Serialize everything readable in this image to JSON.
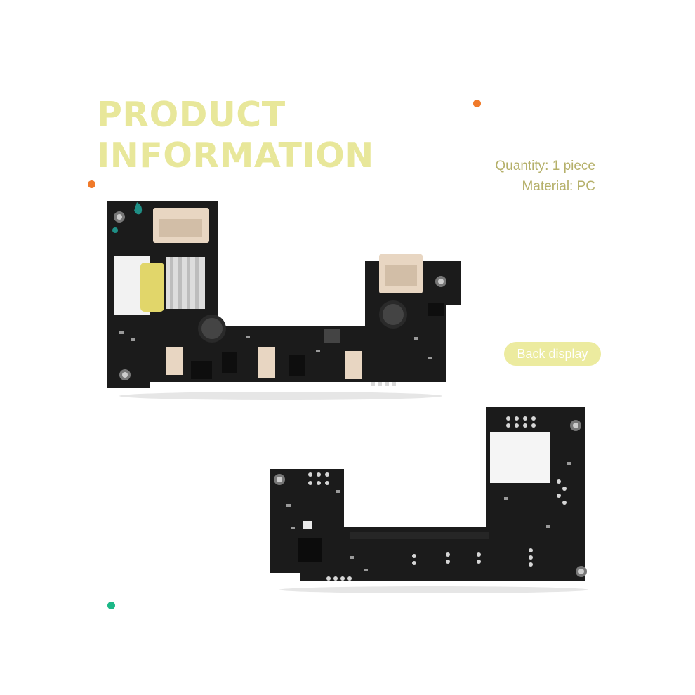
{
  "headline": {
    "line1": "PRODUCT",
    "line2": "INFORMATION"
  },
  "specs": {
    "quantity": "Quantity: 1 piece",
    "material": "Material: PC"
  },
  "badge": {
    "label": "Back display"
  },
  "colors": {
    "headline": "#e8e79a",
    "specs_text": "#b5b06a",
    "badge_bg": "#eceb9f",
    "accent_orange": "#f07a2a",
    "accent_green": "#1cb887",
    "pcb": "#1b1b1b"
  }
}
